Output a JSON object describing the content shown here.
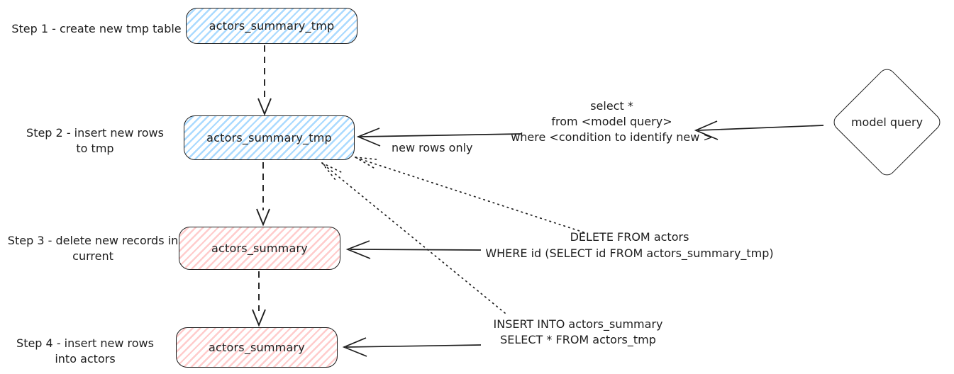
{
  "colors": {
    "stroke": "#1e1e1e",
    "tmp_table_fill": "#a5d8ff",
    "target_table_fill": "#ffc9c9",
    "background": "#ffffff"
  },
  "steps": {
    "step1": {
      "label": "Step 1 - create new tmp table",
      "box_label": "actors_summary_tmp"
    },
    "step2": {
      "label_line1": "Step 2 - insert new rows",
      "label_line2": "to tmp",
      "box_label": "actors_summary_tmp"
    },
    "step3": {
      "label_line1": "Step 3 - delete new records in",
      "label_line2": "current",
      "box_label": "actors_summary"
    },
    "step4": {
      "label_line1": "Step 4 - insert new rows",
      "label_line2": "into actors",
      "box_label": "actors_summary"
    }
  },
  "annotations": {
    "select_query": {
      "line1": "select *",
      "line2": "from <model query>",
      "line3": "where <condition to identify new >"
    },
    "new_rows_only": "new rows only",
    "delete_query": {
      "line1": "DELETE FROM actors",
      "line2": "WHERE id (SELECT id FROM actors_summary_tmp)"
    },
    "insert_query": {
      "line1": "INSERT INTO actors_summary",
      "line2": "SELECT * FROM actors_tmp"
    }
  },
  "nodes": {
    "model_query": "model query"
  }
}
